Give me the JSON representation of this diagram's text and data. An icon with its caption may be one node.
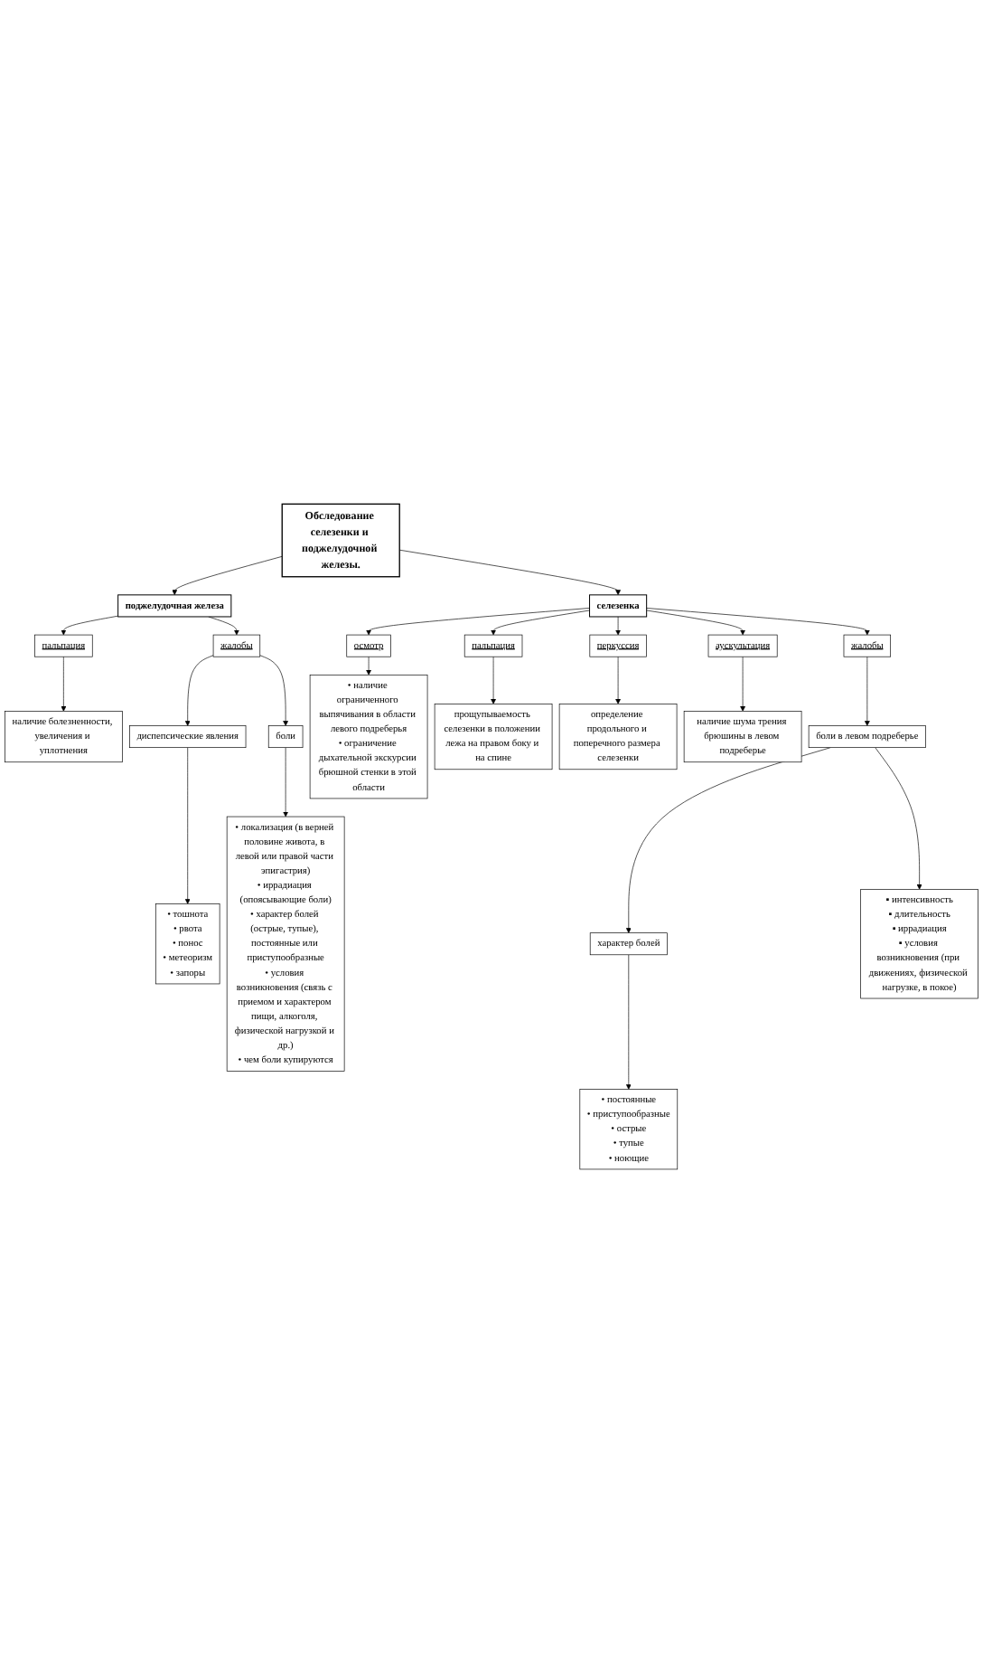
{
  "diagram": {
    "nodes": [
      {
        "text": [
          "Обследование селезенки и поджелудочной железы."
        ]
      },
      {
        "text": [
          "поджелудочная железа"
        ]
      },
      {
        "text": [
          "пальпация"
        ]
      },
      {
        "text": [
          "наличие болезненности, увеличения и уплотнения"
        ]
      },
      {
        "text": [
          "жалобы"
        ]
      },
      {
        "text": [
          "диспепсические явления"
        ]
      },
      {
        "text": [
          "• тошнота",
          "• рвота",
          "• понос",
          "• метеоризм",
          "• запоры"
        ]
      },
      {
        "text": [
          "боли"
        ]
      },
      {
        "text": [
          "• локализация (в верней половине живота, в левой или правой части эпигастрия)",
          "• иррадиация (опоясывающие боли)",
          "• характер болей (острые, тупые), постоянные или приступообразные",
          "• условия возникновения (связь с приемом и характером пищи, алкоголя, физической нагрузкой и др.)",
          "• чем боли купируются"
        ]
      },
      {
        "text": [
          "селезенка"
        ]
      },
      {
        "text": [
          "осмотр"
        ]
      },
      {
        "text": [
          "• наличие ограниченного выпячивания в области левого подреберья",
          "• ограничение дыхательной экскурсии брюшной стенки в этой области"
        ]
      },
      {
        "text": [
          "пальпация"
        ]
      },
      {
        "text": [
          "прощупываемость селезенки в положении лежа на правом боку и на спине"
        ]
      },
      {
        "text": [
          "перкуссия"
        ]
      },
      {
        "text": [
          "определение продольного и поперечного размера селезенки"
        ]
      },
      {
        "text": [
          "аускультация"
        ]
      },
      {
        "text": [
          "наличие шума трения брюшины в левом подреберье"
        ]
      },
      {
        "text": [
          "жалобы"
        ]
      },
      {
        "text": [
          "боли в левом подреберье"
        ]
      },
      {
        "text": [
          "характер болей"
        ]
      },
      {
        "text": [
          "• постоянные",
          "• приступообразные",
          "• острые",
          "• тупые",
          "• ноющие"
        ]
      },
      {
        "text": [
          "▪ интенсивность",
          "▪ длительность",
          "▪ иррадиация",
          "▪ условия возникновения (при движениях, физической нагрузке, в покое)"
        ]
      }
    ],
    "edges": [
      {
        "from": 0,
        "to": 1,
        "arrow": "to"
      },
      {
        "from": 0,
        "to": 9,
        "arrow": "to"
      },
      {
        "from": 1,
        "to": 2,
        "arrow": "to"
      },
      {
        "from": 1,
        "to": 4,
        "arrow": "to"
      },
      {
        "from": 2,
        "to": 3,
        "arrow": "to"
      },
      {
        "from": 4,
        "to": 5,
        "arrow": "to"
      },
      {
        "from": 4,
        "to": 7,
        "arrow": "to"
      },
      {
        "from": 5,
        "to": 6,
        "arrow": "to"
      },
      {
        "from": 7,
        "to": 8,
        "arrow": "to"
      },
      {
        "from": 9,
        "to": 10,
        "arrow": "to"
      },
      {
        "from": 9,
        "to": 18,
        "arrow": "to"
      },
      {
        "from": 9,
        "to": 12,
        "arrow": "to"
      },
      {
        "from": 9,
        "to": 14,
        "arrow": "to"
      },
      {
        "from": 9,
        "to": 16,
        "arrow": "to"
      },
      {
        "from": 10,
        "to": 11,
        "arrow": "to"
      },
      {
        "from": 12,
        "to": 13,
        "arrow": "to"
      },
      {
        "from": 14,
        "to": 15,
        "arrow": "to"
      },
      {
        "from": 16,
        "to": 17,
        "arrow": "to"
      },
      {
        "from": 18,
        "to": 19,
        "arrow": "to"
      },
      {
        "from": 19,
        "to": 20,
        "arrow": "to"
      },
      {
        "from": 19,
        "to": 22,
        "arrow": "to"
      },
      {
        "from": 20,
        "to": 21,
        "arrow": "to"
      }
    ]
  }
}
